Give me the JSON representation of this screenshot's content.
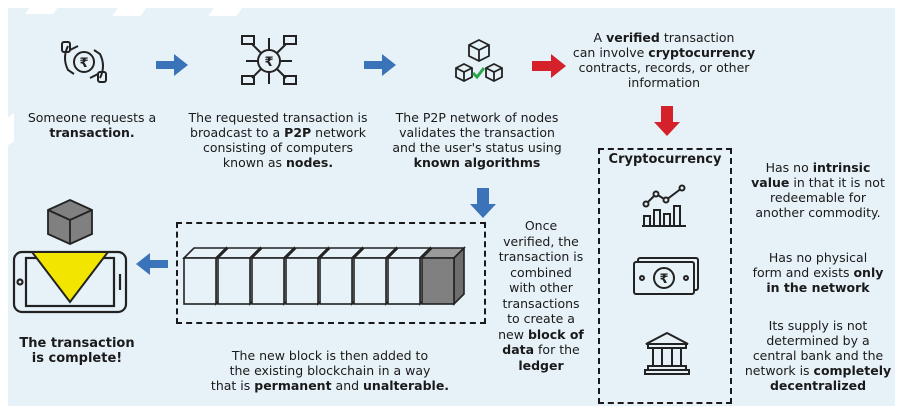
{
  "steps": {
    "s1": {
      "t1": "Someone requests a",
      "b1": "transaction."
    },
    "s2": {
      "t1": "The requested transaction is",
      "t2": "broadcast to a ",
      "b2": "P2P",
      "t2b": " network",
      "t3": "consisting of computers",
      "t4": "known as ",
      "b4": "nodes."
    },
    "s3": {
      "t1": "The P2P network of nodes",
      "t2": "validates the transaction",
      "t3": "and the user's status using",
      "b4": "known algorithms"
    },
    "s4": {
      "t1a": "A ",
      "b1": "verified",
      "t1b": " transaction",
      "t2a": "can involve ",
      "b2": "cryptocurrency",
      "t3": "contracts, records, or other",
      "t4": "information"
    },
    "s5": {
      "t1": "Once",
      "t2": "verified, the",
      "t3": "transaction is",
      "t4": "combined",
      "t5": "with other",
      "t6": "transactions",
      "t7": "to create a",
      "t8a": "new ",
      "b8": "block of",
      "b9": "data",
      "t9": " for the",
      "b10": "ledger"
    },
    "s6": {
      "t1": "The new block is then added to",
      "t2": "the existing blockchain in a way",
      "t3a": "that is ",
      "b3": "permanent",
      "t3b": " and ",
      "b3b": "unalterable."
    },
    "s7": {
      "b1": "The transaction",
      "b2": "is complete!"
    }
  },
  "crypto": {
    "title": "Cryptocurrency",
    "p1": {
      "t1a": "Has no ",
      "b1": "intrinsic",
      "b2": "value",
      "t2": " in that it is not",
      "t3": "redeemable for",
      "t4": "another commodity."
    },
    "p2": {
      "t1": "Has no physical",
      "t2a": "form and exists ",
      "b2": "only",
      "b3": "in the network"
    },
    "p3": {
      "t1": "Its supply is not",
      "t2": "determined by a",
      "t3": "central bank and the",
      "t4a": "network is ",
      "b4": "completely",
      "b5": "decentralized"
    }
  },
  "icons": [
    "rupee-hand-icon",
    "network-nodes-icon",
    "cubes-check-icon",
    "chart-icon",
    "banknote-icon",
    "bank-icon",
    "phone-block-icon"
  ],
  "colors": {
    "panel": "#e7f2f8",
    "blue_arrow": "#3a73b8",
    "red_arrow": "#d4212a",
    "cube_gray": "#808080",
    "check_green": "#28a745",
    "phone_yellow": "#f2e600"
  }
}
